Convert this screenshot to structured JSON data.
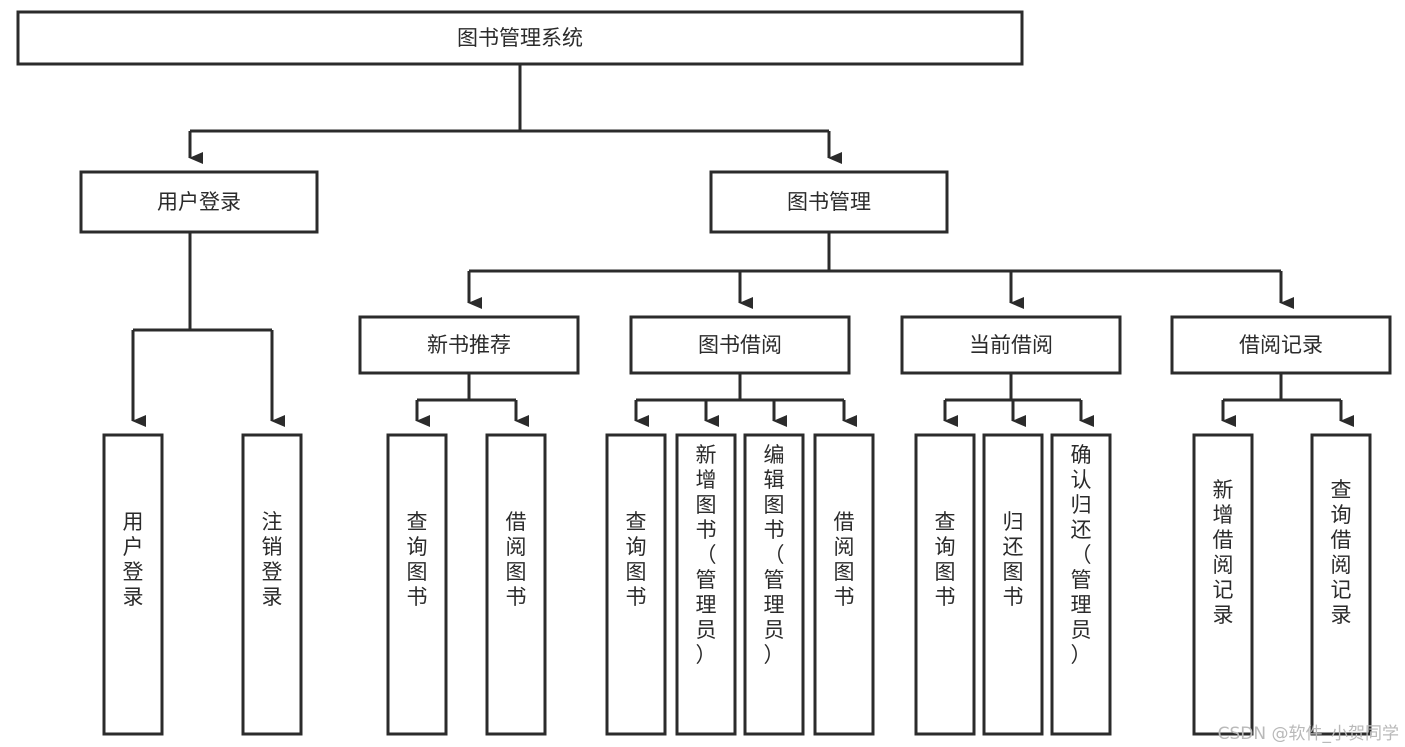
{
  "diagram": {
    "type": "tree",
    "title": "图书管理系统",
    "orientation": "top-down",
    "colors": {
      "box_fill": "#ffffff",
      "box_stroke": "#2b2b2b",
      "connector": "#2b2b2b",
      "text": "#2b2b2b",
      "watermark": "#b9b9b9",
      "background": "#ffffff"
    },
    "nodes": {
      "root": {
        "label": "图书管理系统",
        "level": 0
      },
      "level2": [
        {
          "label": "用户登录",
          "level": 1
        },
        {
          "label": "图书管理",
          "level": 1
        }
      ],
      "level3": [
        {
          "label": "新书推荐",
          "level": 2
        },
        {
          "label": "图书借阅",
          "level": 2
        },
        {
          "label": "当前借阅",
          "level": 2
        },
        {
          "label": "借阅记录",
          "level": 2
        }
      ],
      "leaves": [
        {
          "label": "用户登录",
          "parent": "用户登录",
          "level": 3
        },
        {
          "label": "注销登录",
          "parent": "用户登录",
          "level": 3
        },
        {
          "label": "查询图书",
          "parent": "新书推荐",
          "level": 3
        },
        {
          "label": "借阅图书",
          "parent": "新书推荐",
          "level": 3
        },
        {
          "label": "查询图书",
          "parent": "图书借阅",
          "level": 3
        },
        {
          "label": "新增图书（管理员）",
          "parent": "图书借阅",
          "level": 3
        },
        {
          "label": "编辑图书（管理员）",
          "parent": "图书借阅",
          "level": 3
        },
        {
          "label": "借阅图书",
          "parent": "图书借阅",
          "level": 3
        },
        {
          "label": "查询图书",
          "parent": "当前借阅",
          "level": 3
        },
        {
          "label": "归还图书",
          "parent": "当前借阅",
          "level": 3
        },
        {
          "label": "确认归还（管理员）",
          "parent": "当前借阅",
          "level": 3
        },
        {
          "label": "新增借阅记录",
          "parent": "借阅记录",
          "level": 3
        },
        {
          "label": "查询借阅记录",
          "parent": "借阅记录",
          "level": 3
        }
      ]
    }
  },
  "watermark": {
    "text": "CSDN @软件_小贺同学"
  }
}
